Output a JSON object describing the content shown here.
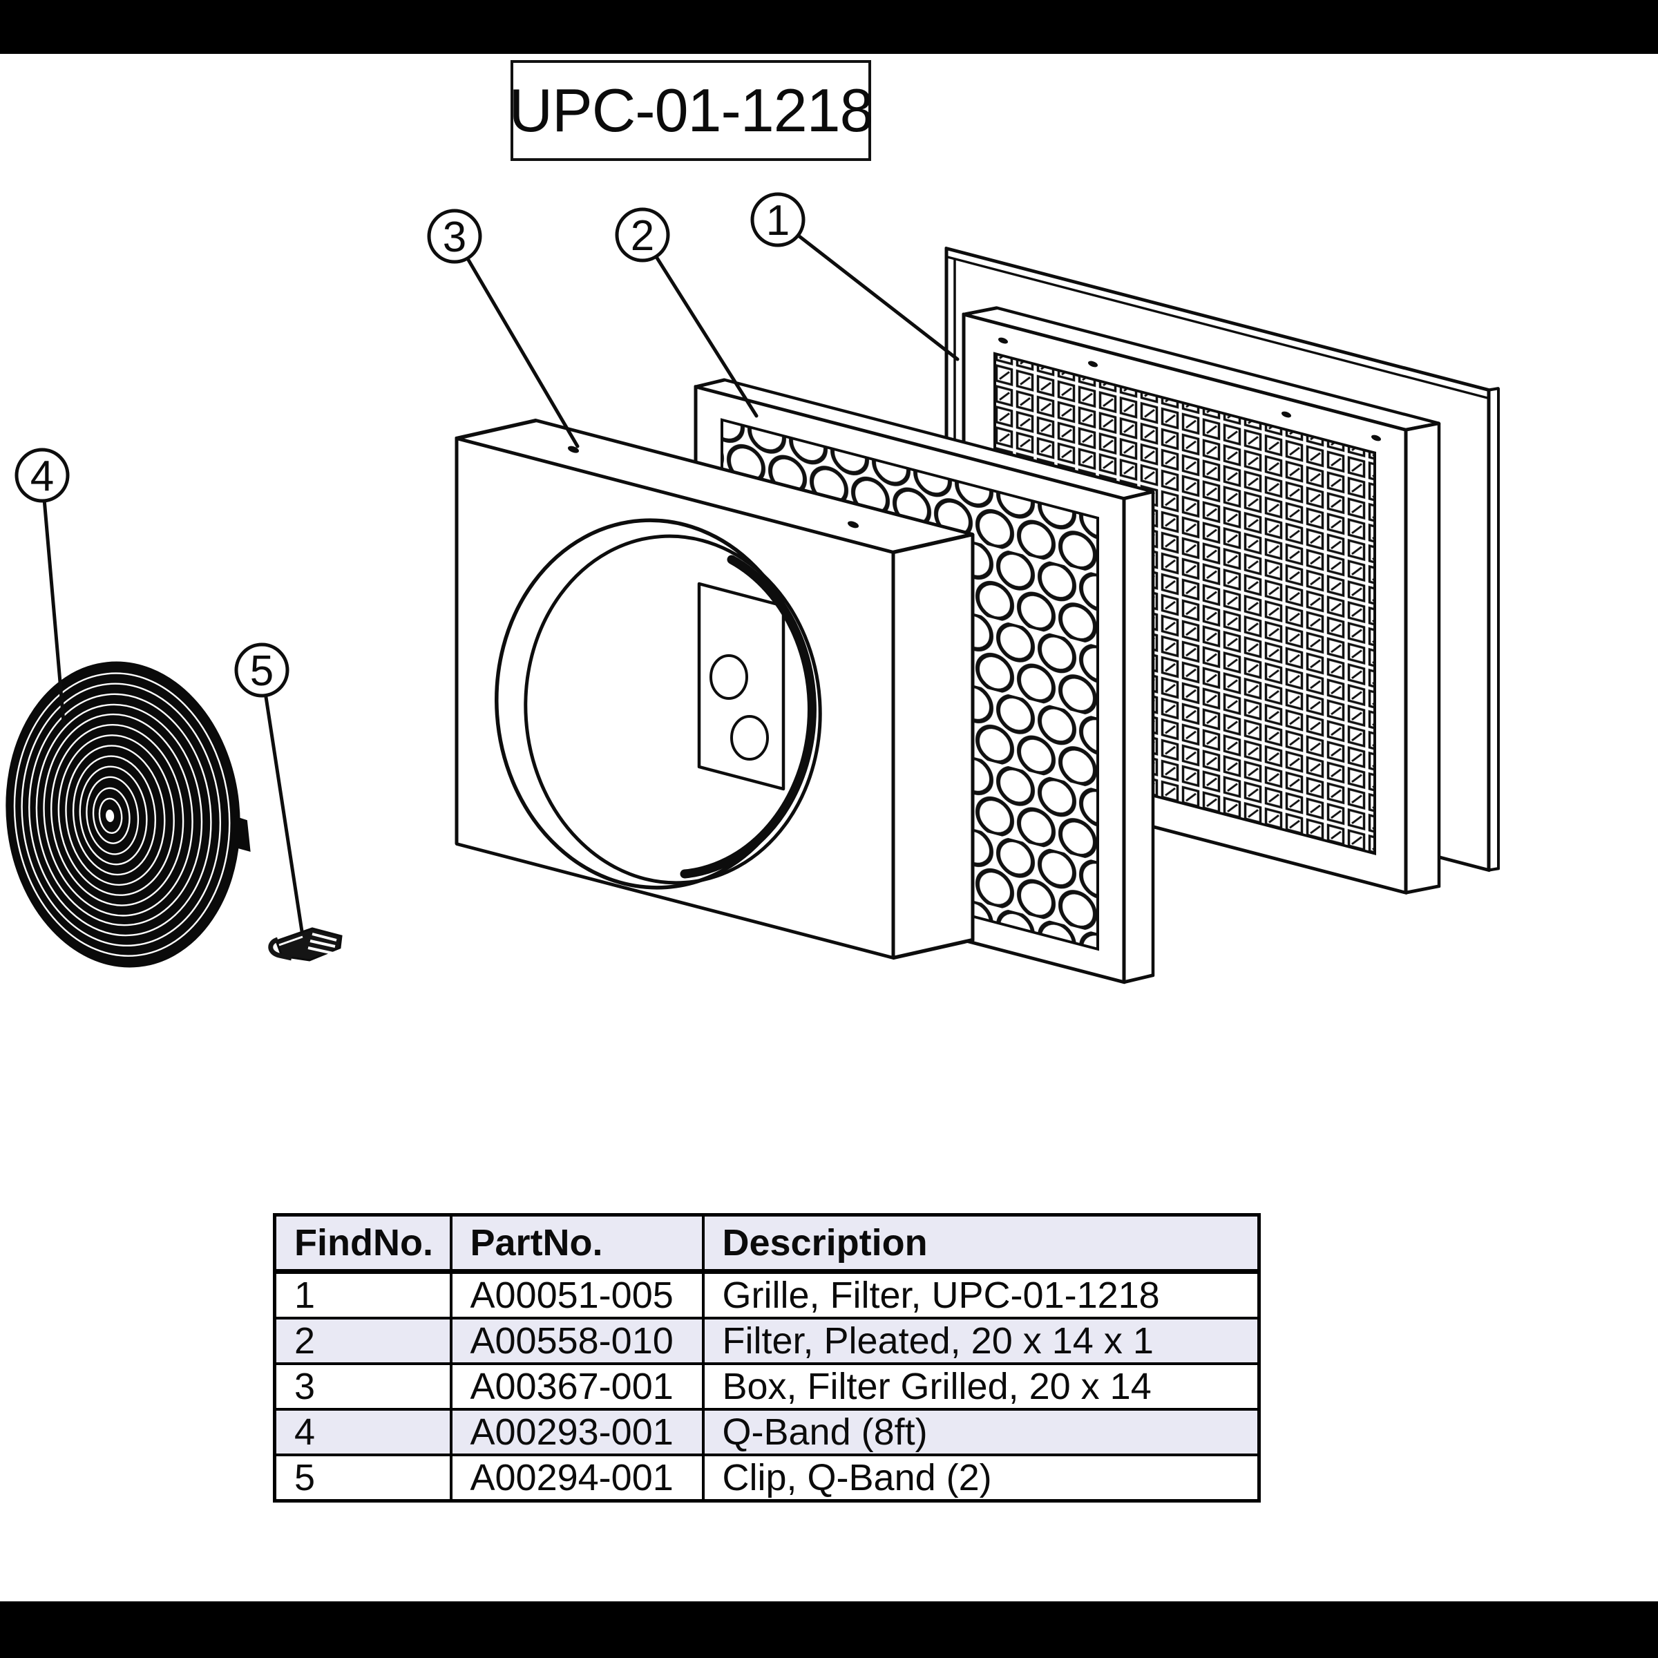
{
  "title": "UPC-01-1218",
  "diagram": {
    "type": "exploded-parts-view",
    "callouts": [
      {
        "label": "1",
        "points_to": "Grille, Filter"
      },
      {
        "label": "2",
        "points_to": "Filter, Pleated"
      },
      {
        "label": "3",
        "points_to": "Box, Filter Grilled"
      },
      {
        "label": "4",
        "points_to": "Q-Band roll"
      },
      {
        "label": "5",
        "points_to": "Clip, Q-Band"
      }
    ]
  },
  "parts_table": {
    "headers": [
      "FindNo.",
      "PartNo.",
      "Description"
    ],
    "rows": [
      {
        "find_no": "1",
        "part_no": "A00051-005",
        "description": "Grille, Filter, UPC-01-1218"
      },
      {
        "find_no": "2",
        "part_no": "A00558-010",
        "description": "Filter, Pleated, 20 x 14 x 1"
      },
      {
        "find_no": "3",
        "part_no": "A00367-001",
        "description": "Box, Filter Grilled, 20 x 14"
      },
      {
        "find_no": "4",
        "part_no": "A00293-001",
        "description": "Q-Band (8ft)"
      },
      {
        "find_no": "5",
        "part_no": "A00294-001",
        "description": "Clip, Q-Band (2)"
      }
    ]
  },
  "colors": {
    "line": "#0d0d0d",
    "background": "#ffffff",
    "letterbox": "#000000",
    "table_alt_row": "#E9E9F4",
    "coil_fill": "#0a0a0a"
  }
}
